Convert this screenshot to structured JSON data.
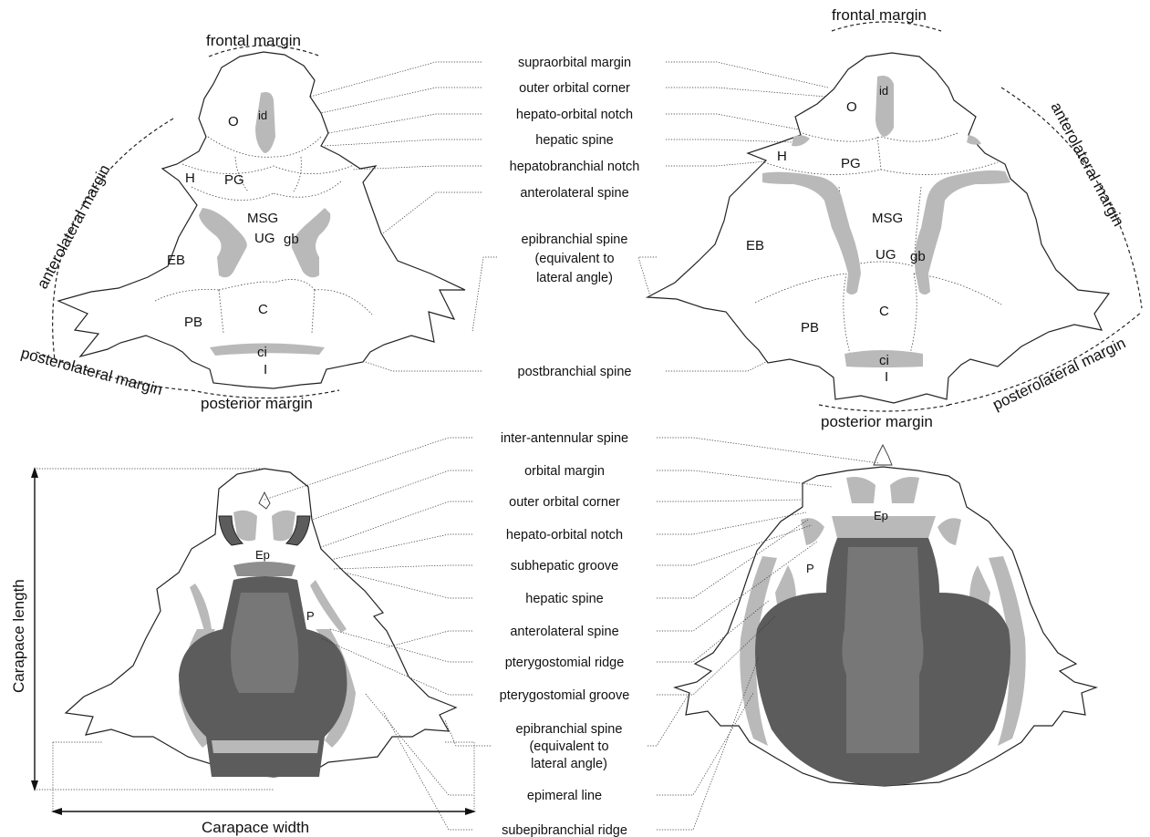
{
  "top_left": {
    "frontal_margin": "frontal margin",
    "anterolateral_margin": "anterolateral margin",
    "posterolateral_margin": "posterolateral margin",
    "posterior_margin": "posterior margin",
    "regions": {
      "O": "O",
      "id": "id",
      "H": "H",
      "PG": "PG",
      "MSG": "MSG",
      "UG": "UG",
      "gb": "gb",
      "EB": "EB",
      "C": "C",
      "PB": "PB",
      "ci": "ci",
      "I": "I"
    }
  },
  "top_right": {
    "frontal_margin": "frontal margin",
    "anterolateral_margin": "anterolateral margin",
    "posterolateral_margin": "posterolateral margin",
    "posterior_margin": "posterior margin",
    "regions": {
      "O": "O",
      "id": "id",
      "H": "H",
      "PG": "PG",
      "MSG": "MSG",
      "UG": "UG",
      "gb": "gb",
      "EB": "EB",
      "C": "C",
      "PB": "PB",
      "ci": "ci",
      "I": "I"
    }
  },
  "top_labels": [
    "supraorbital margin",
    "outer orbital corner",
    "hepato-orbital notch",
    "hepatic spine",
    "hepatobranchial notch",
    "anterolateral spine",
    "epibranchial spine",
    "(equivalent to",
    "lateral angle)",
    "postbranchial spine"
  ],
  "bottom_labels": [
    "inter-antennular spine",
    "orbital margin",
    "outer orbital corner",
    "hepato-orbital notch",
    "subhepatic groove",
    "hepatic spine",
    "anterolateral spine",
    "pterygostomial ridge",
    "pterygostomial groove",
    "epibranchial spine",
    "(equivalent to",
    "lateral angle)",
    "epimeral line",
    "subepibranchial ridge"
  ],
  "bottom_left": {
    "carapace_length": "Carapace length",
    "carapace_width": "Carapace width",
    "Ep": "Ep",
    "P": "P"
  },
  "bottom_right": {
    "Ep": "Ep",
    "P": "P"
  },
  "colors": {
    "light_gray": "#b9b9b9",
    "dark_gray": "#5c5c5c",
    "mid_gray": "#8e8e8e",
    "outline": "#222222"
  }
}
